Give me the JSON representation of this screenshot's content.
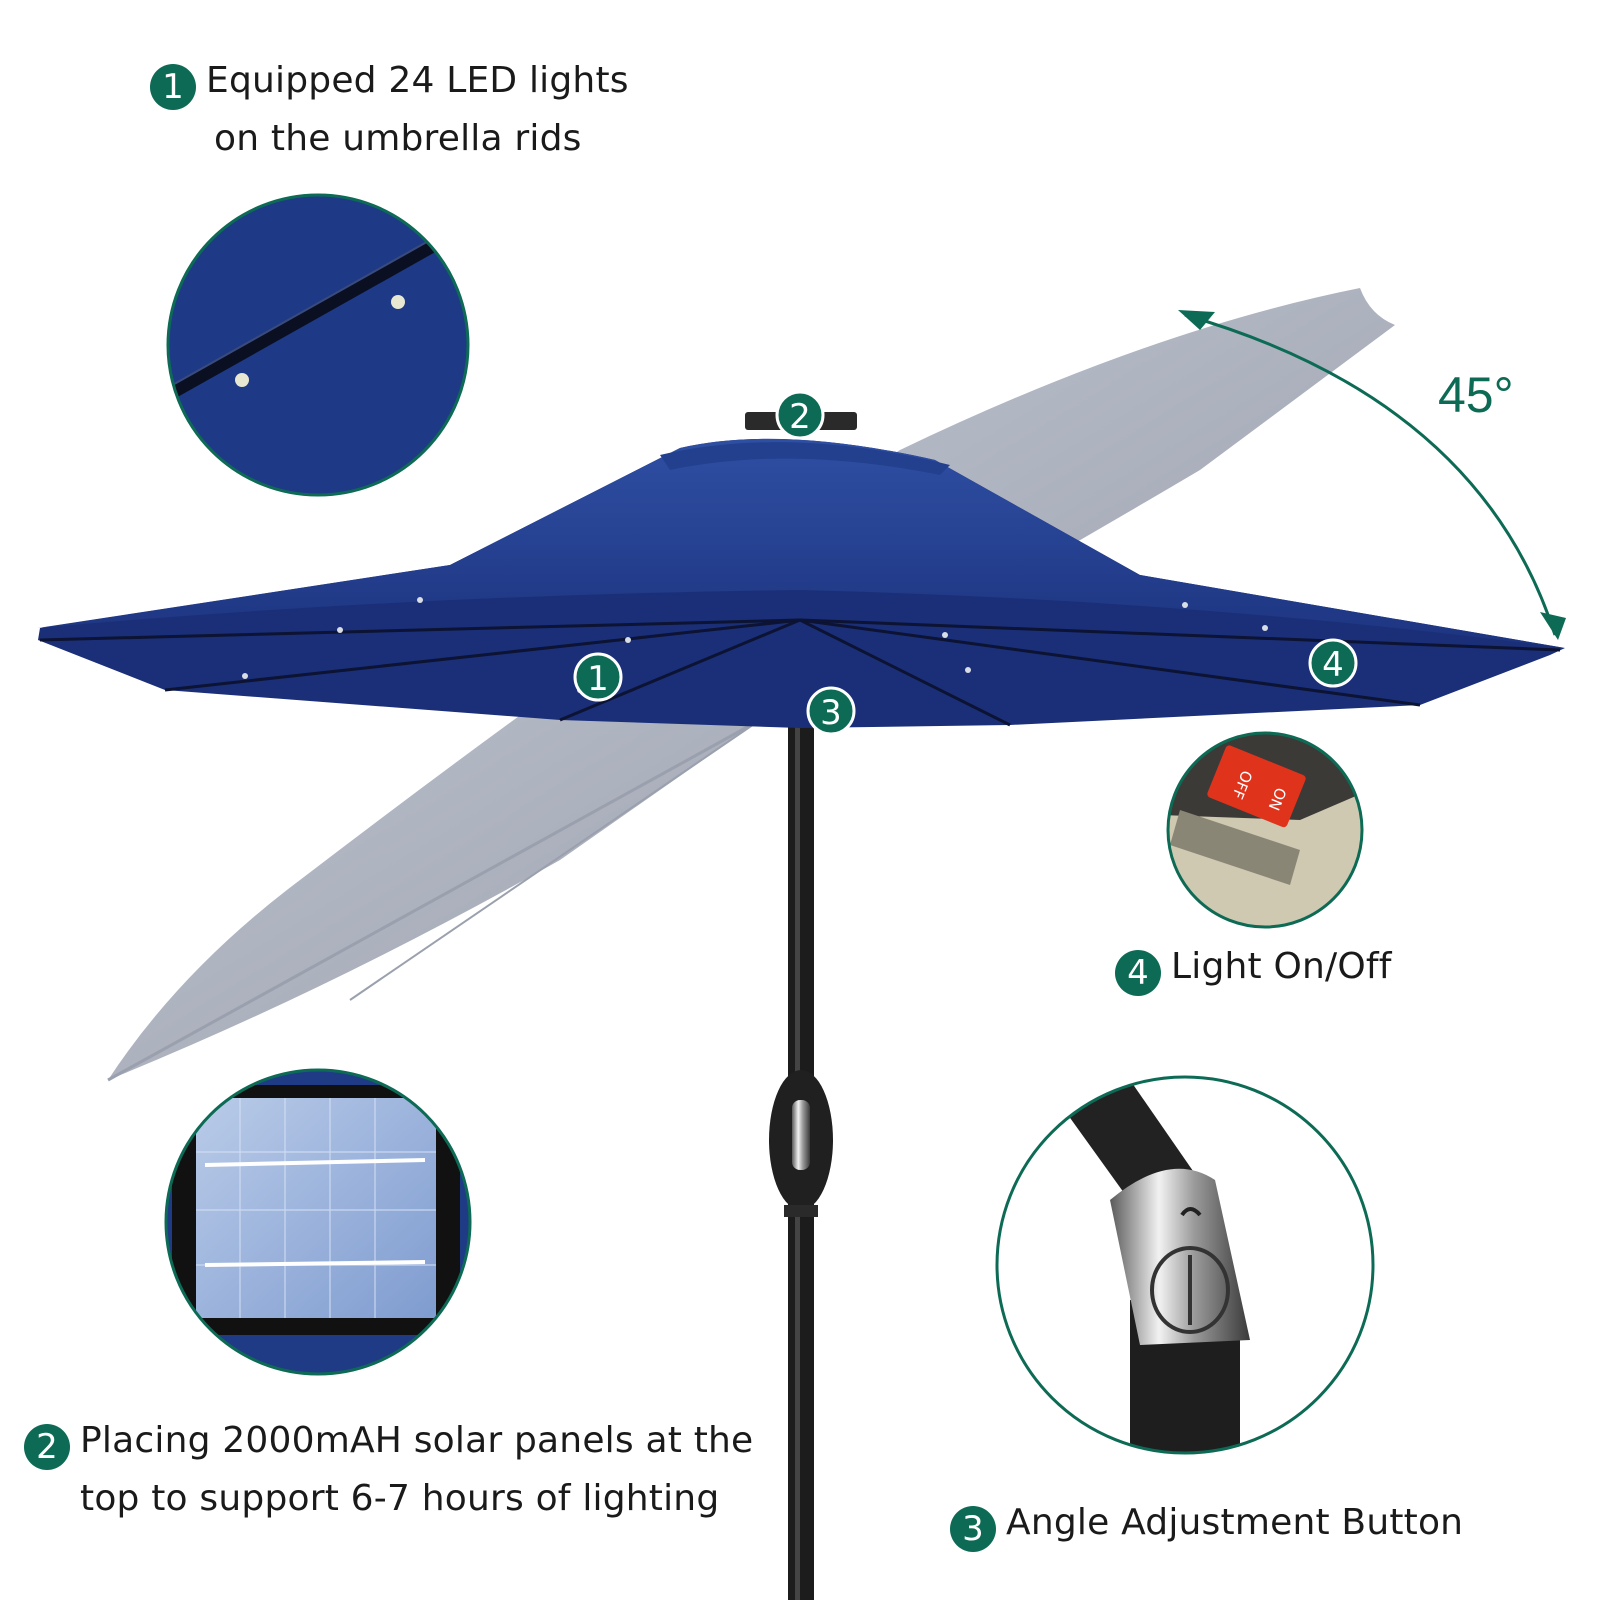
{
  "callouts": {
    "c1": {
      "num": "1",
      "line1": "Equipped 24 LED lights",
      "line2": "on the umbrella rids"
    },
    "c2": {
      "num": "2",
      "line1": "Placing 2000mAH solar panels at the",
      "line2": "top to support 6-7 hours of lighting"
    },
    "c3": {
      "num": "3",
      "line1": "Angle Adjustment Button"
    },
    "c4": {
      "num": "4",
      "line1": "Light On/Off"
    }
  },
  "markers": {
    "m1": "1",
    "m2": "2",
    "m3": "3",
    "m4": "4"
  },
  "angle_label": "45°",
  "switch": {
    "on": "ON",
    "off": "OFF"
  },
  "colors": {
    "accent": "#0d6b55",
    "canopy": "#1f3b8c",
    "canopy_dark": "#16296a",
    "ghost": "#a7adbd",
    "pole": "#1c1c1c"
  }
}
